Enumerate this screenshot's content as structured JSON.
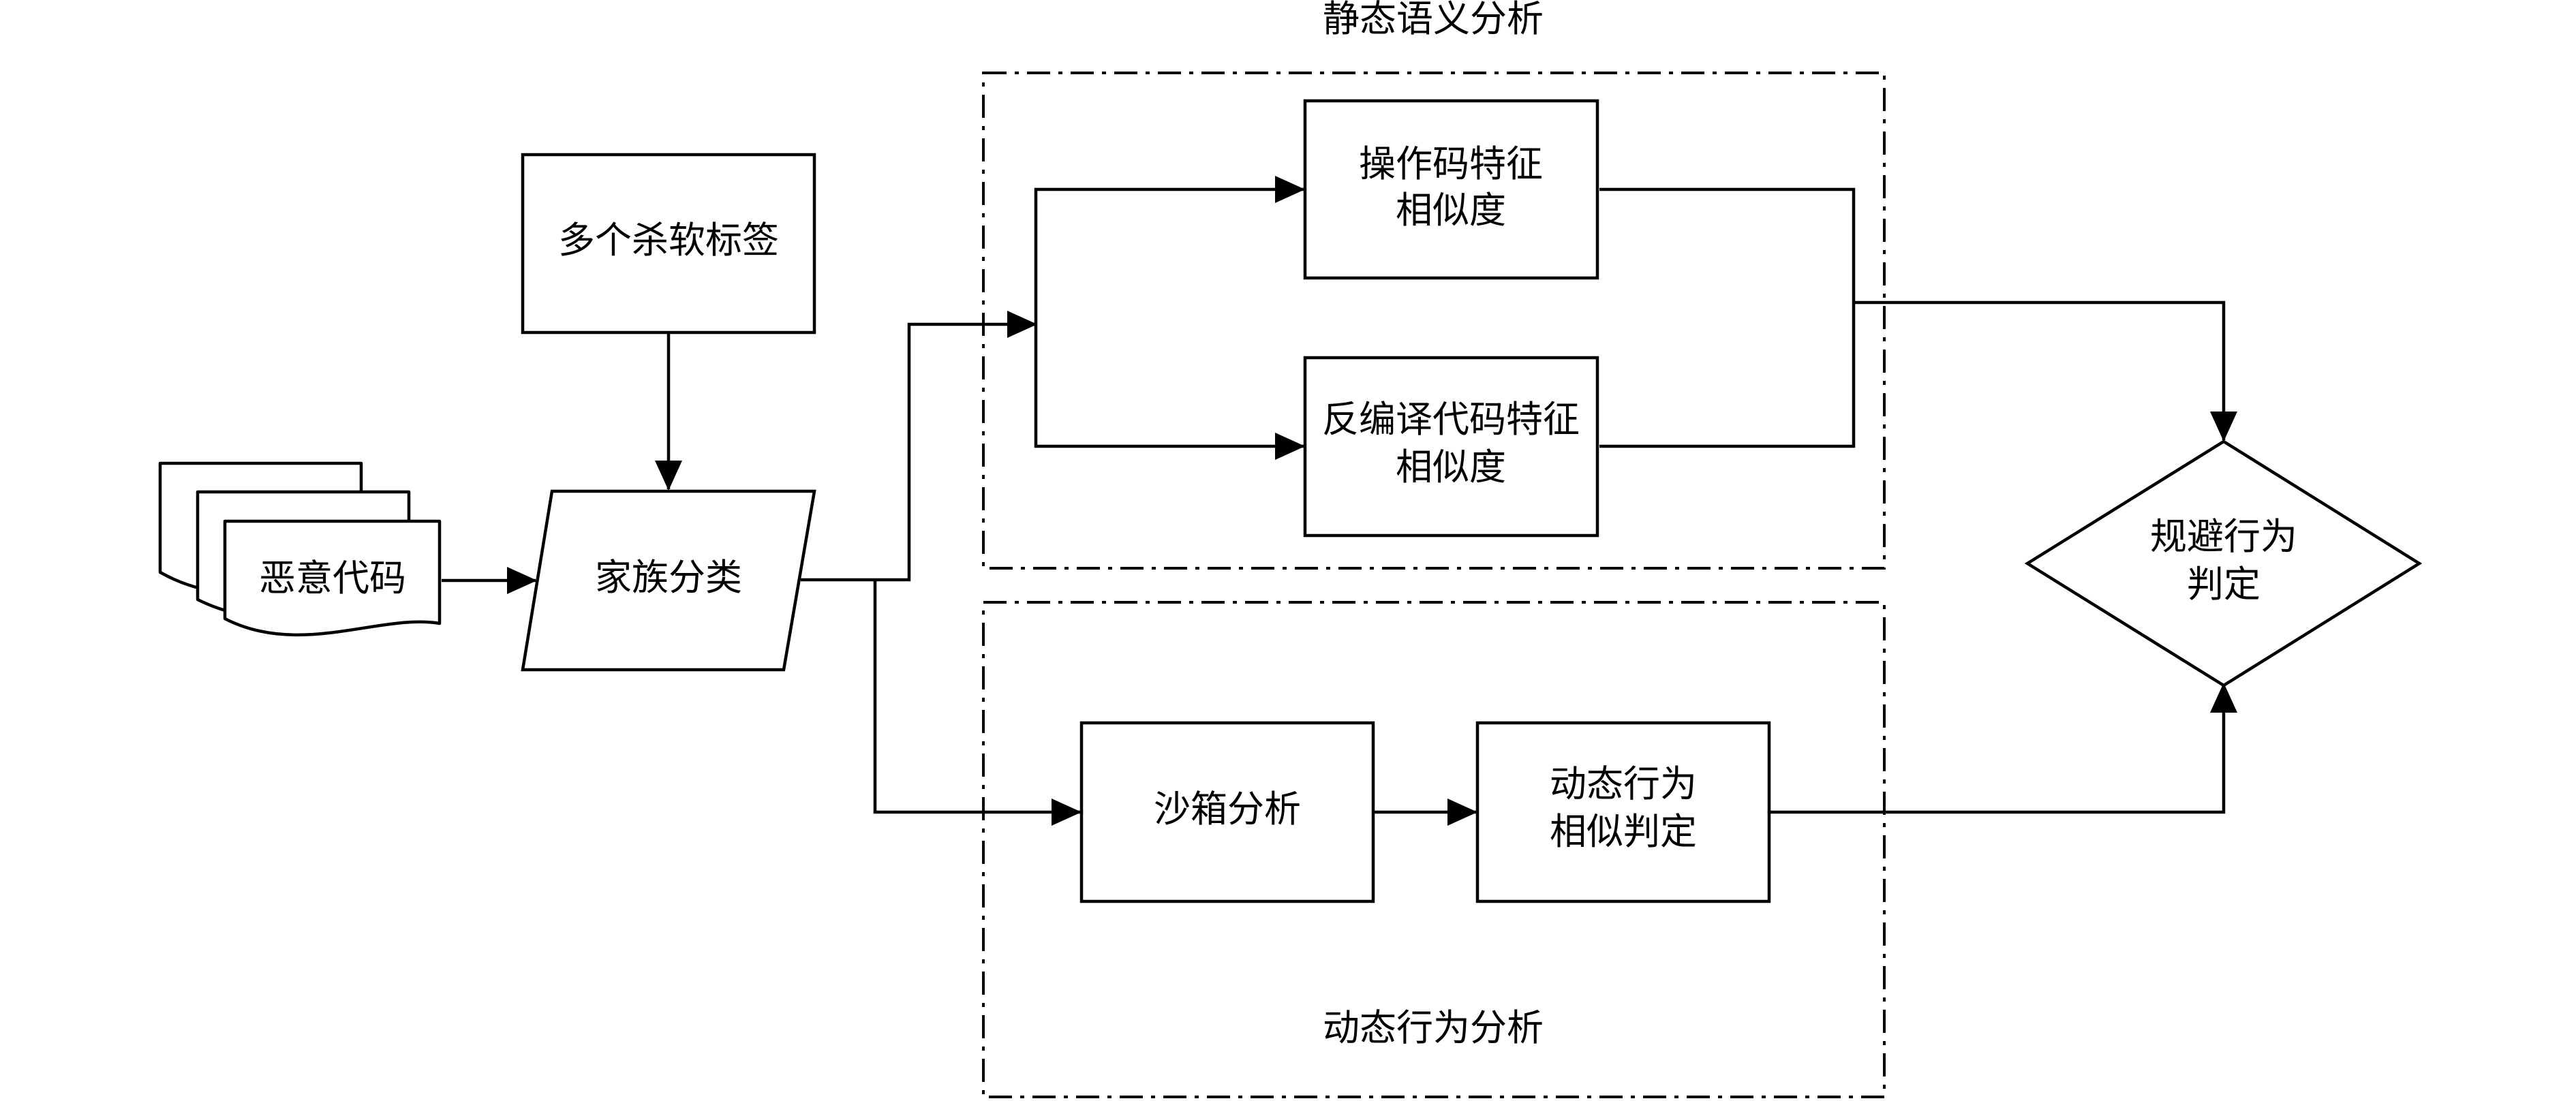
{
  "diagram": {
    "nodes": {
      "malicious_code": {
        "label": "恶意代码"
      },
      "av_labels": {
        "label": "多个杀软标签"
      },
      "family_classification": {
        "label": "家族分类"
      },
      "opcode_similarity": {
        "lines": [
          "操作码特征",
          "相似度"
        ]
      },
      "decompiled_similarity": {
        "lines": [
          "反编译代码特征",
          "相似度"
        ]
      },
      "sandbox_analysis": {
        "label": "沙箱分析"
      },
      "behavior_similarity": {
        "lines": [
          "动态行为",
          "相似判定"
        ]
      },
      "evasion_judgment": {
        "lines": [
          "规避行为",
          "判定"
        ]
      }
    },
    "groups": {
      "static": {
        "title": "静态语义分析"
      },
      "dynamic": {
        "title": "动态行为分析"
      }
    },
    "edges": [
      {
        "from": "malicious_code",
        "to": "family_classification"
      },
      {
        "from": "av_labels",
        "to": "family_classification"
      },
      {
        "from": "family_classification",
        "to": "static"
      },
      {
        "from": "static",
        "to": "opcode_similarity"
      },
      {
        "from": "static",
        "to": "decompiled_similarity"
      },
      {
        "from": "family_classification",
        "to": "sandbox_analysis"
      },
      {
        "from": "sandbox_analysis",
        "to": "behavior_similarity"
      },
      {
        "from": "opcode_similarity",
        "to": "evasion_judgment"
      },
      {
        "from": "decompiled_similarity",
        "to": "evasion_judgment"
      },
      {
        "from": "behavior_similarity",
        "to": "evasion_judgment"
      }
    ]
  }
}
